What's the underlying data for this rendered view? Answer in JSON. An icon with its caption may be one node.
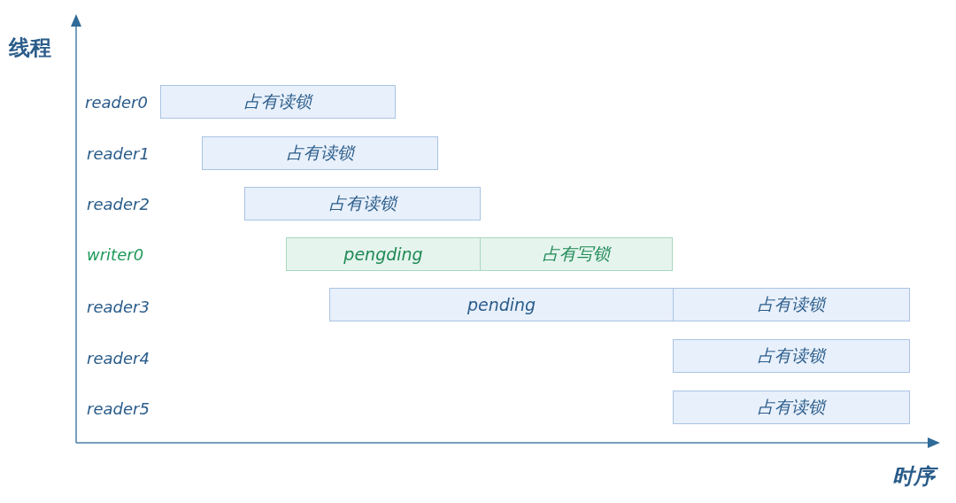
{
  "diagram": {
    "nodes": [
      {
        "text": [
          "占有读锁"
        ]
      },
      {
        "text": [
          "占有读锁"
        ]
      },
      {
        "text": [
          "占有读锁"
        ]
      },
      {
        "text": [
          "pengding"
        ]
      },
      {
        "text": [
          "占有写锁"
        ]
      },
      {
        "text": [
          "pending"
        ]
      },
      {
        "text": [
          "占有读锁"
        ]
      },
      {
        "text": [
          "占有读锁"
        ]
      },
      {
        "text": [
          "占有读锁"
        ]
      }
    ],
    "labels": [
      "线程",
      "reader0",
      "reader1",
      "reader2",
      "writer0",
      "reader3",
      "reader4",
      "reader5",
      "时序"
    ]
  }
}
